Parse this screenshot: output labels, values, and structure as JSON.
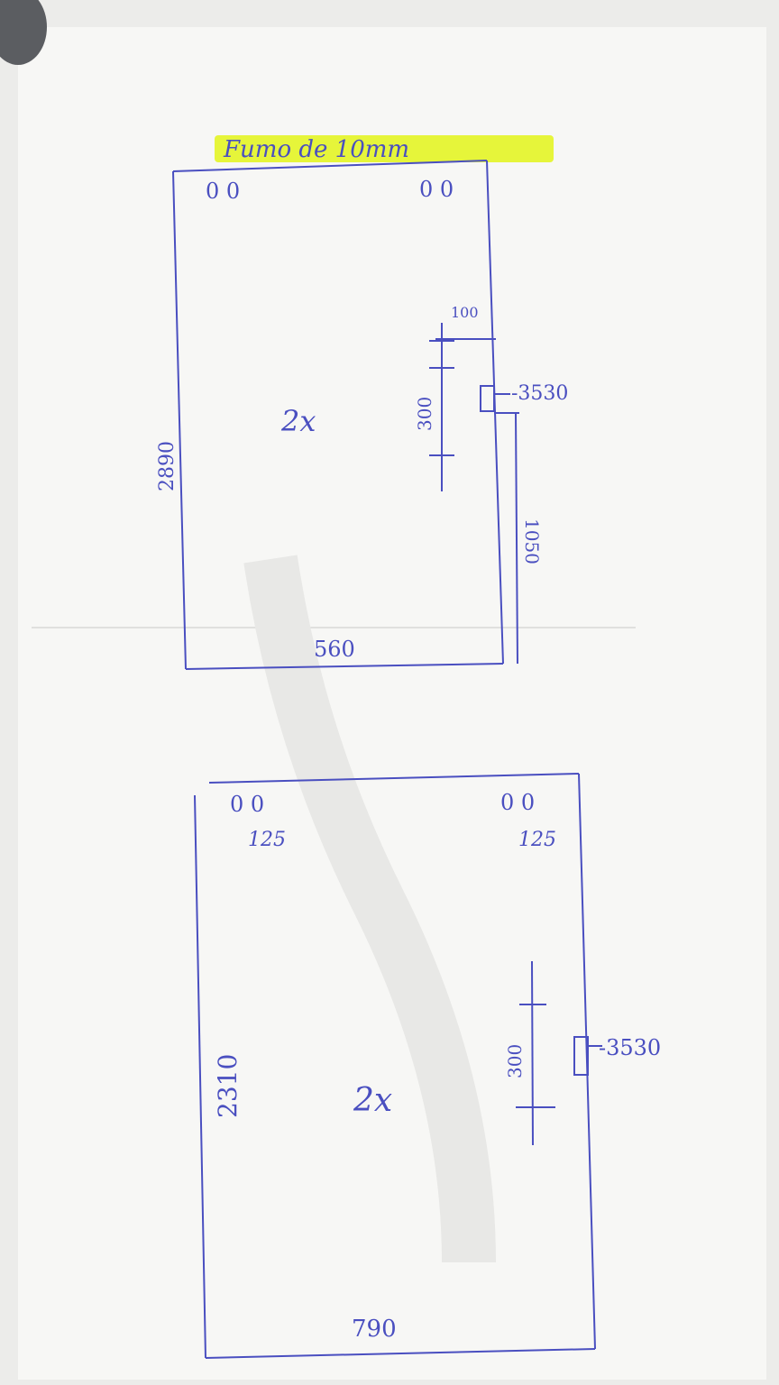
{
  "title": "Fumo de 10mm",
  "colors": {
    "ink": "#4a4fc0",
    "highlight": "#e6f53a",
    "paper": "#f7f7f5"
  },
  "panel_top": {
    "multiplier": "2x",
    "height": "2890",
    "width": "560",
    "hinge_marks_left": "0 0",
    "hinge_marks_right": "0 0",
    "handle_offset": "100",
    "handle_length": "300",
    "lock_ref": "-3530",
    "lock_height": "1050"
  },
  "panel_bottom": {
    "multiplier": "2x",
    "height": "2310",
    "width": "790",
    "hinge_marks_left": "0 0",
    "hinge_marks_right": "0 0",
    "hinge_offset_left": "125",
    "hinge_offset_right": "125",
    "handle_length": "300",
    "lock_ref": "-3530"
  }
}
